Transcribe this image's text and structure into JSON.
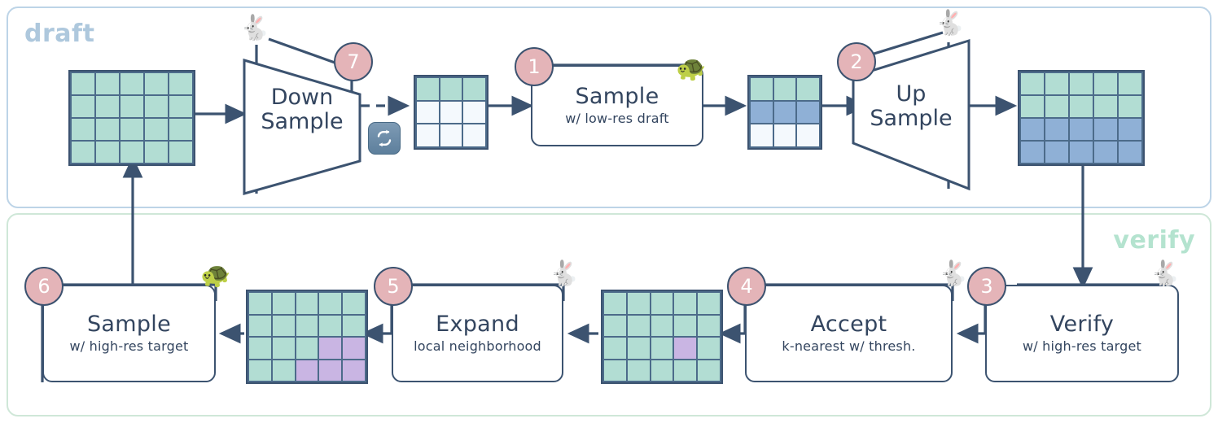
{
  "panels": {
    "draft": {
      "label": "draft",
      "border_color": "#bdd4e7",
      "label_color": "#aec8dd"
    },
    "verify": {
      "label": "verify",
      "border_color": "#cfe7d8",
      "label_color": "#b4e3cf"
    }
  },
  "colors": {
    "teal": "#b2ddd3",
    "blue": "#8fb0d6",
    "white": "#f4f9fd",
    "purple": "#c9b5e3",
    "stroke": "#3c5370",
    "badge_fill": "#e4b4b8",
    "badge_text": "#ffffff"
  },
  "badges": [
    {
      "id": "badge-7",
      "label": "7"
    },
    {
      "id": "badge-1",
      "label": "1"
    },
    {
      "id": "badge-2",
      "label": "2"
    },
    {
      "id": "badge-3",
      "label": "3"
    },
    {
      "id": "badge-4",
      "label": "4"
    },
    {
      "id": "badge-5",
      "label": "5"
    },
    {
      "id": "badge-6",
      "label": "6"
    }
  ],
  "steps": {
    "down_sample": {
      "title_line1": "Down",
      "title_line2": "Sample"
    },
    "up_sample": {
      "title_line1": "Up",
      "title_line2": "Sample"
    },
    "sample_low": {
      "title": "Sample",
      "subtitle": "w/ low-res draft"
    },
    "verify_high": {
      "title": "Verify",
      "subtitle": "w/ high-res target"
    },
    "accept": {
      "title": "Accept",
      "subtitle": "k-nearest w/  thresh."
    },
    "expand": {
      "title": "Expand",
      "subtitle": "local neighborhood"
    },
    "sample_high": {
      "title": "Sample",
      "subtitle": "w/ high-res target"
    }
  },
  "icons": {
    "rabbit": "🐇",
    "turtle": "🐢",
    "loop": "🔁"
  },
  "grids": {
    "input_highres": {
      "name": "input-high-res-grid",
      "cols": 5,
      "rows": 4,
      "cells": [
        [
          "teal",
          "teal",
          "teal",
          "teal",
          "teal"
        ],
        [
          "teal",
          "teal",
          "teal",
          "teal",
          "teal"
        ],
        [
          "teal",
          "teal",
          "teal",
          "teal",
          "teal"
        ],
        [
          "teal",
          "teal",
          "teal",
          "teal",
          "teal"
        ]
      ]
    },
    "lowres_draft": {
      "name": "low-res-draft-grid",
      "cols": 3,
      "rows": 3,
      "cells": [
        [
          "teal",
          "teal",
          "teal"
        ],
        [
          "white",
          "white",
          "white"
        ],
        [
          "white",
          "white",
          "white"
        ]
      ]
    },
    "lowres_sampled": {
      "name": "low-res-sampled-grid",
      "cols": 3,
      "rows": 3,
      "cells": [
        [
          "teal",
          "teal",
          "teal"
        ],
        [
          "blue",
          "blue",
          "blue"
        ],
        [
          "white",
          "white",
          "white"
        ]
      ]
    },
    "upsampled_highres": {
      "name": "upsampled-high-res-grid",
      "cols": 5,
      "rows": 4,
      "cells": [
        [
          "teal",
          "teal",
          "teal",
          "teal",
          "teal"
        ],
        [
          "teal",
          "teal",
          "teal",
          "teal",
          "teal"
        ],
        [
          "blue",
          "blue",
          "blue",
          "blue",
          "blue"
        ],
        [
          "blue",
          "blue",
          "blue",
          "blue",
          "blue"
        ]
      ]
    },
    "accepted": {
      "name": "accepted-tokens-grid",
      "cols": 5,
      "rows": 4,
      "cells": [
        [
          "teal",
          "teal",
          "teal",
          "teal",
          "teal"
        ],
        [
          "teal",
          "teal",
          "teal",
          "teal",
          "teal"
        ],
        [
          "teal",
          "teal",
          "teal",
          "purple",
          "teal"
        ],
        [
          "teal",
          "teal",
          "teal",
          "teal",
          "teal"
        ]
      ]
    },
    "expanded": {
      "name": "expanded-neighborhood-grid",
      "cols": 5,
      "rows": 4,
      "cells": [
        [
          "teal",
          "teal",
          "teal",
          "teal",
          "teal"
        ],
        [
          "teal",
          "teal",
          "teal",
          "teal",
          "teal"
        ],
        [
          "teal",
          "teal",
          "teal",
          "purple",
          "purple"
        ],
        [
          "teal",
          "teal",
          "purple",
          "purple",
          "purple"
        ]
      ]
    }
  }
}
